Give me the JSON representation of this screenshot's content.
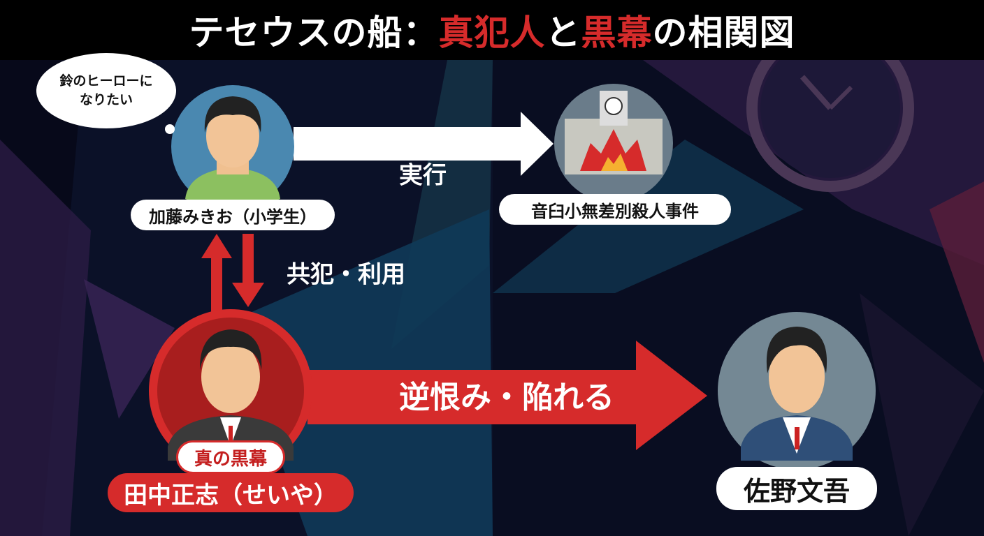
{
  "title": {
    "part1": "テセウスの船：",
    "part2": "真犯人",
    "part3": "と",
    "part4": "黒幕",
    "part5": "の相関図"
  },
  "bubble": {
    "line1": "鈴のヒーローに",
    "line2": "なりたい"
  },
  "nodes": {
    "kato": {
      "label": "加藤みきお（小学生）"
    },
    "incident": {
      "label": "音臼小無差別殺人事件"
    },
    "tanaka": {
      "badge": "真の黒幕",
      "label": "田中正志（せいや）"
    },
    "sano": {
      "label": "佐野文吾"
    }
  },
  "edges": {
    "execute": "実行",
    "accomplice": "共犯・利用",
    "revenge": "逆恨み・陥れる"
  },
  "colors": {
    "accent_red": "#d62b2b",
    "background": "#0b1128"
  }
}
